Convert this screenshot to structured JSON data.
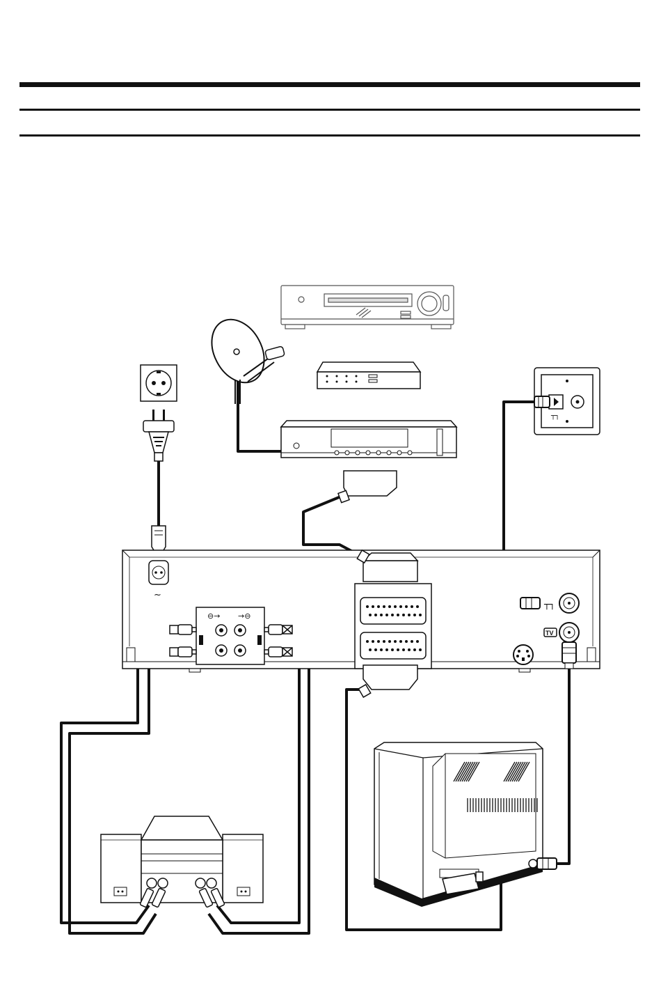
{
  "diagram": {
    "mains_symbol": "~",
    "tv_badge": "TV",
    "antenna_symbol": "┬┐",
    "devices": [
      "wall-socket",
      "mains-plug",
      "satellite-dish",
      "vcr-source",
      "decoder-box",
      "satellite-receiver",
      "antenna-wall-outlet",
      "vcr-rear-panel",
      "hifi-system",
      "tv-rear"
    ]
  }
}
